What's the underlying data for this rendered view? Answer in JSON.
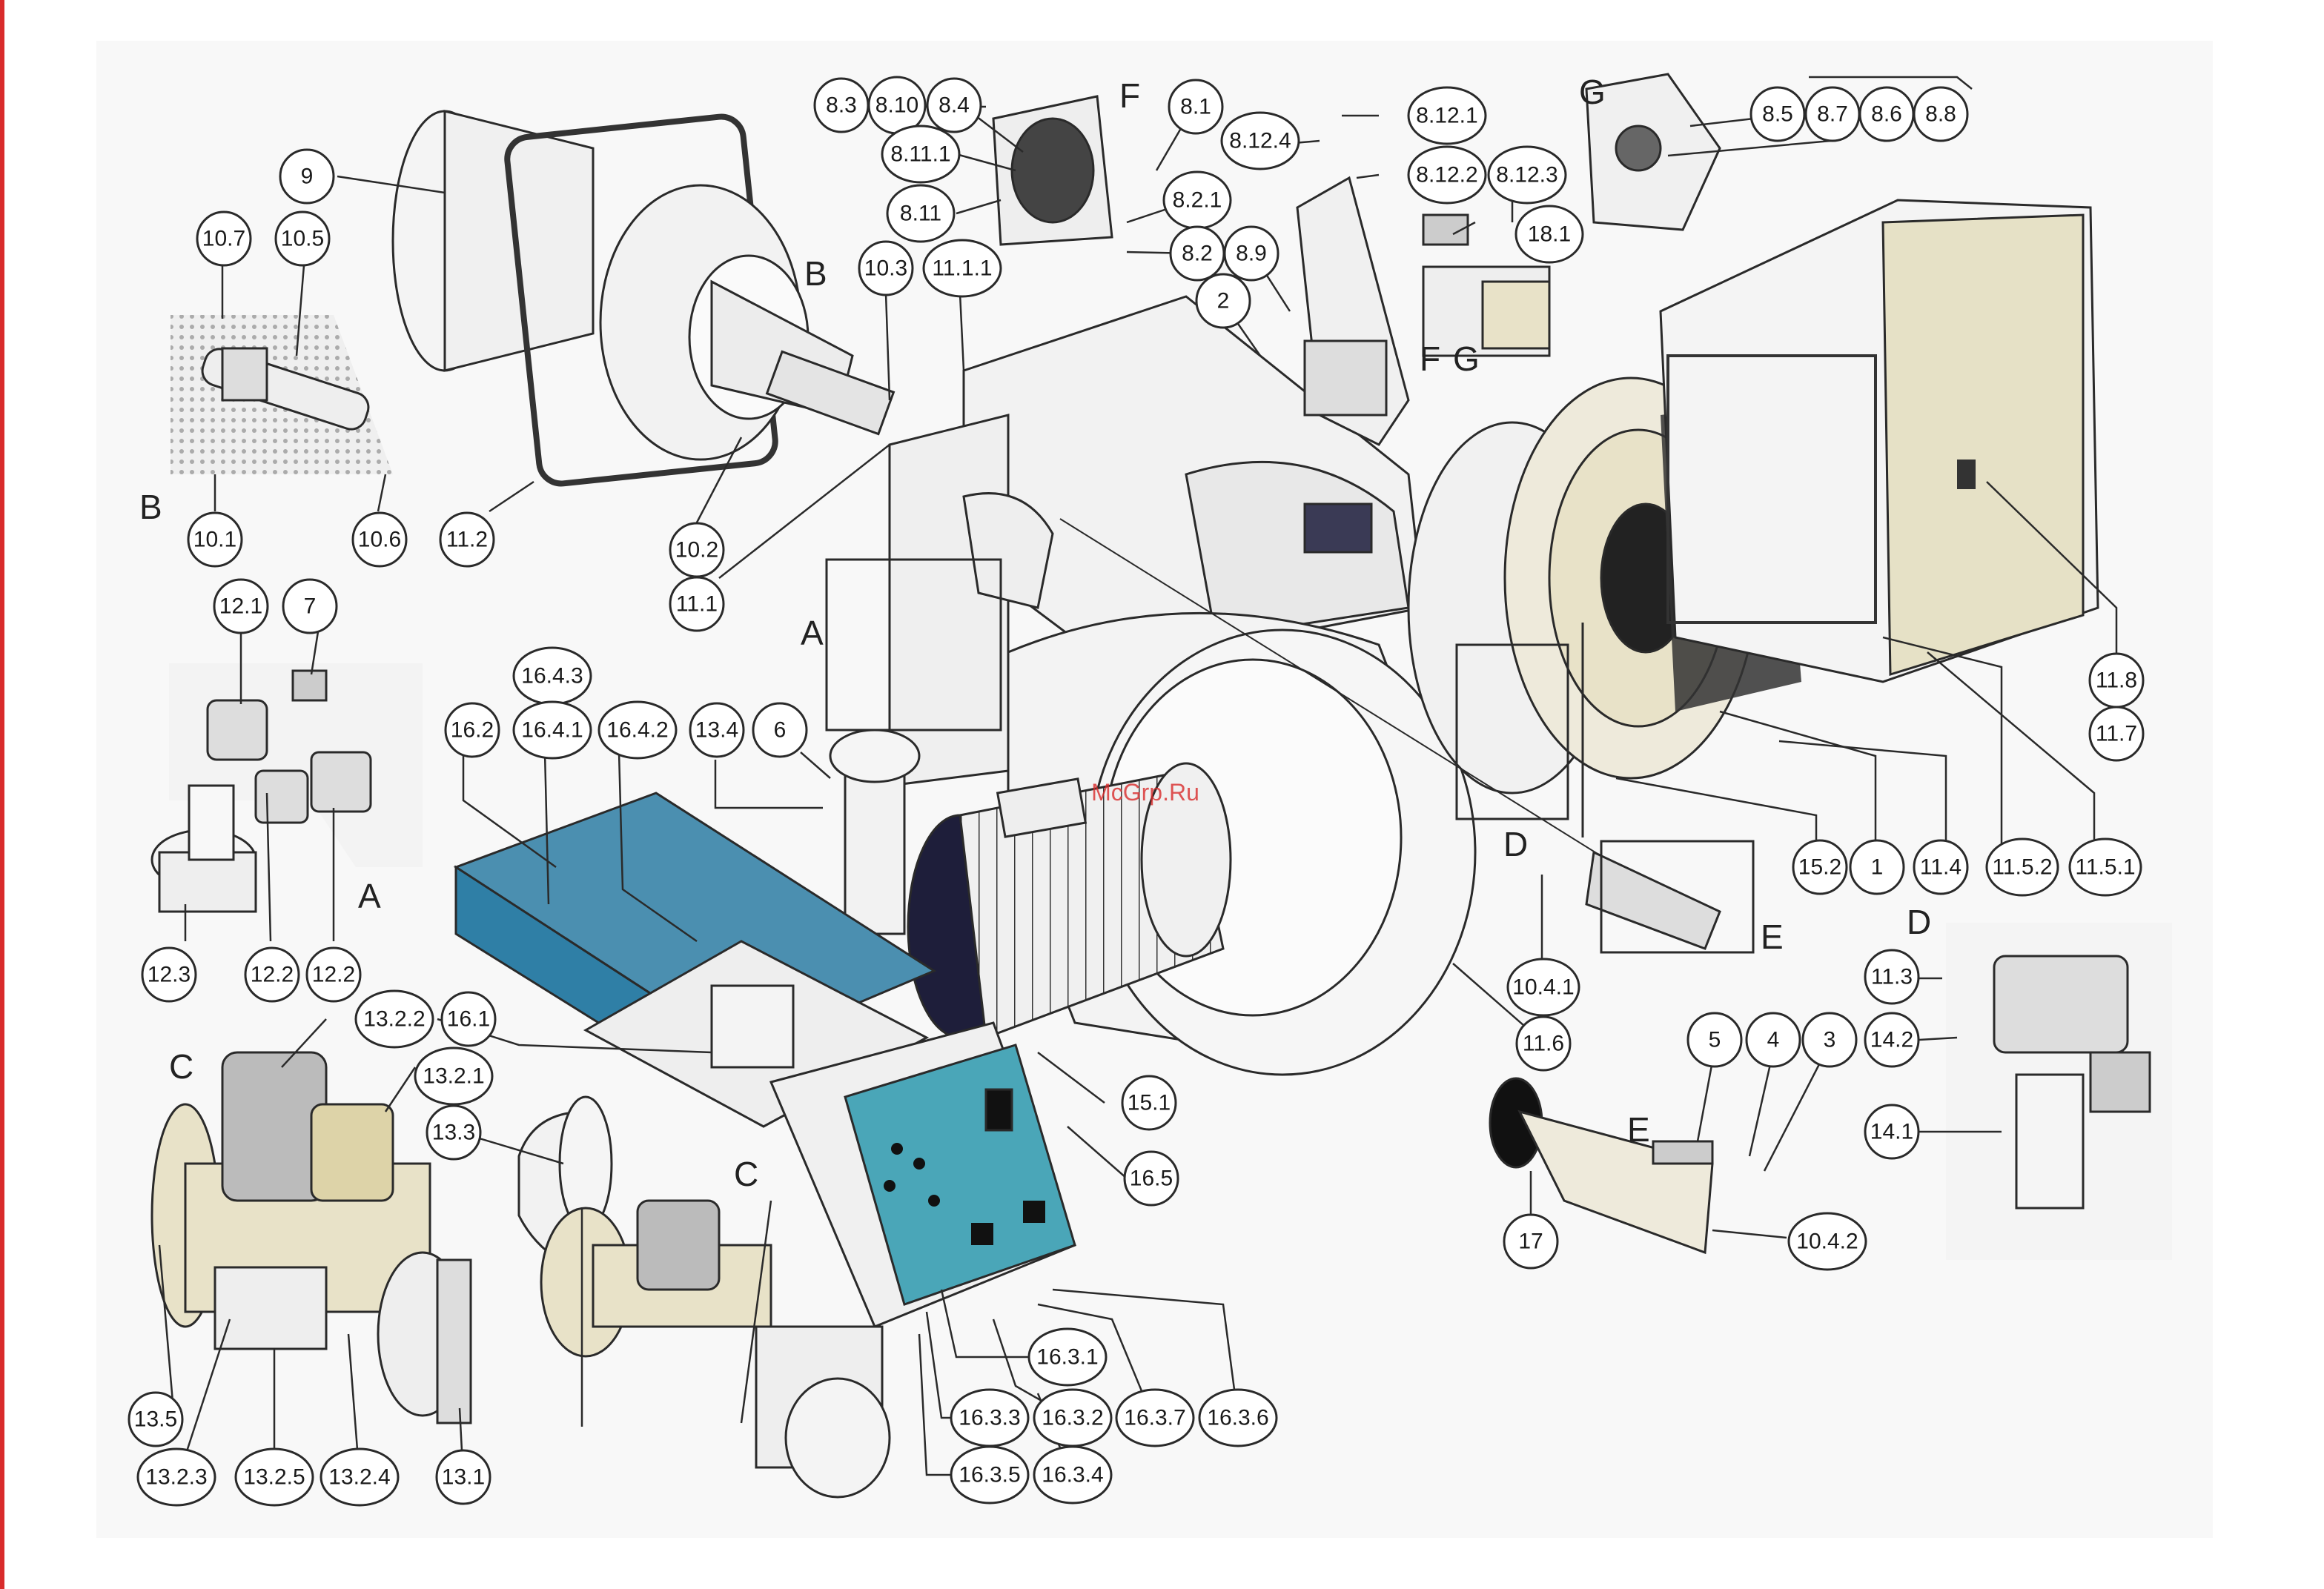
{
  "watermark": "McGrp.Ru",
  "section_letters": [
    "A",
    "A",
    "B",
    "B",
    "C",
    "C",
    "D",
    "D",
    "E",
    "E",
    "F",
    "F",
    "G",
    "G"
  ],
  "callouts": {
    "c_8_3": "8.3",
    "c_8_10": "8.10",
    "c_8_4": "8.4",
    "c_8_1": "8.1",
    "c_8_11_1": "8.11.1",
    "c_8_11": "8.11",
    "c_8_2_1": "8.2.1",
    "c_8_2": "8.2",
    "c_8_9": "8.9",
    "c_2": "2",
    "c_8_12_4": "8.12.4",
    "c_8_12_1": "8.12.1",
    "c_8_12_2": "8.12.2",
    "c_8_12_3": "8.12.3",
    "c_18_1": "18.1",
    "c_8_5": "8.5",
    "c_8_7": "8.7",
    "c_8_6": "8.6",
    "c_8_8": "8.8",
    "c_9": "9",
    "c_10_7": "10.7",
    "c_10_5": "10.5",
    "c_10_1": "10.1",
    "c_10_6": "10.6",
    "c_11_2": "11.2",
    "c_10_2": "10.2",
    "c_11_1": "11.1",
    "c_10_3": "10.3",
    "c_11_1_1": "11.1.1",
    "c_12_1": "12.1",
    "c_7": "7",
    "c_12_3": "12.3",
    "c_12_2a": "12.2",
    "c_12_2b": "12.2",
    "c_16_4_3": "16.4.3",
    "c_16_2": "16.2",
    "c_16_4_1": "16.4.1",
    "c_16_4_2": "16.4.2",
    "c_13_4": "13.4",
    "c_6": "6",
    "c_11_8": "11.8",
    "c_11_7": "11.7",
    "c_15_2": "15.2",
    "c_1": "1",
    "c_11_4": "11.4",
    "c_11_5_2": "11.5.2",
    "c_11_5_1": "11.5.1",
    "c_10_4_1": "10.4.1",
    "c_11_6": "11.6",
    "c_11_3": "11.3",
    "c_14_2": "14.2",
    "c_14_1": "14.1",
    "c_5": "5",
    "c_4": "4",
    "c_3": "3",
    "c_17": "17",
    "c_10_4_2": "10.4.2",
    "c_13_2_2": "13.2.2",
    "c_16_1": "16.1",
    "c_13_2_1": "13.2.1",
    "c_13_3": "13.3",
    "c_15_1": "15.1",
    "c_16_5": "16.5",
    "c_13_5": "13.5",
    "c_13_2_3": "13.2.3",
    "c_13_2_5": "13.2.5",
    "c_13_2_4": "13.2.4",
    "c_13_1": "13.1",
    "c_16_3_1": "16.3.1",
    "c_16_3_3": "16.3.3",
    "c_16_3_2": "16.3.2",
    "c_16_3_7": "16.3.7",
    "c_16_3_6": "16.3.6",
    "c_16_3_5": "16.3.5",
    "c_16_3_4": "16.3.4"
  },
  "colors": {
    "control_box": "#2f7fa6",
    "control_panel": "#4aa6b8",
    "motor_dark": "#1e1e3a",
    "part_light": "#f2f0ea",
    "part_cream": "#e8e2c8",
    "accent_red": "#d92b2b"
  }
}
